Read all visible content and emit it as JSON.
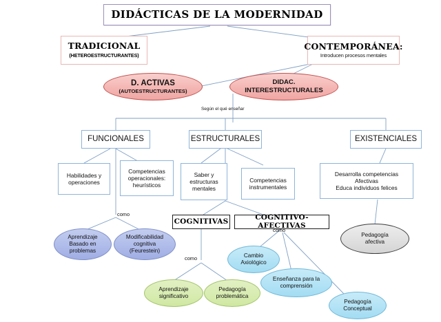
{
  "diagram": {
    "title": "DIDÁCTICAS DE LA MODERNIDAD",
    "root": {
      "label": "DIDÁCTICAS DE LA MODERNIDAD"
    },
    "branches": {
      "tradicional": {
        "label": "TRADICIONAL",
        "sublabel": "(HETEROESTRUCTURANTES)"
      },
      "contemporanea": {
        "label": "CONTEMPORÁNEA:",
        "sublabel": "Introducen procesos mentales"
      }
    },
    "ellipses_pink": [
      {
        "line1": "D. ACTIVAS",
        "line2": "(AUTOESTRUCTURANTES)"
      },
      {
        "line1": "DIDAC.",
        "line2": "INTERESTRUCTURALES"
      }
    ],
    "connector_labels": {
      "segun": "Según el qué enseñar",
      "como_funcionales": "como",
      "como_cognitivas": "como",
      "como_cognitivo_afectivas": "como"
    },
    "level2": [
      {
        "label": "FUNCIONALES"
      },
      {
        "label": "ESTRUCTURALES"
      },
      {
        "label": "EXISTENCIALES"
      }
    ],
    "level3": [
      {
        "lines": [
          "Habilidades y",
          "operaciones"
        ]
      },
      {
        "lines": [
          "Competencias",
          "operacionales:",
          "heurísticos"
        ]
      },
      {
        "lines": [
          "Saber y",
          "estructuras",
          "mentales"
        ]
      },
      {
        "lines": [
          "Competencias",
          "instrumentales"
        ]
      },
      {
        "lines": [
          "Desarrolla competencias",
          "Afectivas",
          "Educa individuos felices"
        ]
      }
    ],
    "level4_boxes": [
      {
        "label": "COGNITIVAS"
      },
      {
        "label": "COGNITIVO-AFECTIVAS"
      }
    ],
    "leaves": [
      {
        "id": "aprendizaje-basado",
        "lines": [
          "Aprendizaje",
          "Basado en",
          "problemas"
        ],
        "color": "periwinkle"
      },
      {
        "id": "modificabilidad",
        "lines": [
          "Modificabilidad",
          "cognitiva",
          "(Feurestein)"
        ],
        "color": "periwinkle"
      },
      {
        "id": "aprendizaje-significativo",
        "lines": [
          "Aprendizaje",
          "significativo"
        ],
        "color": "green"
      },
      {
        "id": "pedagogia-problematica",
        "lines": [
          "Pedagogía",
          "problemática"
        ],
        "color": "green"
      },
      {
        "id": "cambio-axiologico",
        "lines": [
          "Cambio",
          "Axiológico"
        ],
        "color": "cyan"
      },
      {
        "id": "ensenanza-comprension",
        "lines": [
          "Enseñanza para la",
          "comprensión"
        ],
        "color": "cyan"
      },
      {
        "id": "pedagogia-conceptual",
        "lines": [
          "Pedagogía",
          "Conceptual"
        ],
        "color": "cyan"
      },
      {
        "id": "pedagogia-afectiva",
        "lines": [
          "Pedagogía",
          "afectiva"
        ],
        "color": "gray"
      }
    ],
    "colors": {
      "connector": "#7f9fc4",
      "title_border": "#9a90b8",
      "pink_border": "#e8b8b4",
      "blue_border": "#8eb3d8",
      "black_border": "#1c1c1c",
      "pink_fill": "#f4b6b3",
      "pink_stroke": "#c0504d",
      "periwinkle_fill": "#aebae9",
      "green_fill": "#d7ecb0",
      "cyan_fill": "#b1e2f5",
      "gray_fill": "#e0e0e0",
      "background": "#ffffff"
    }
  }
}
